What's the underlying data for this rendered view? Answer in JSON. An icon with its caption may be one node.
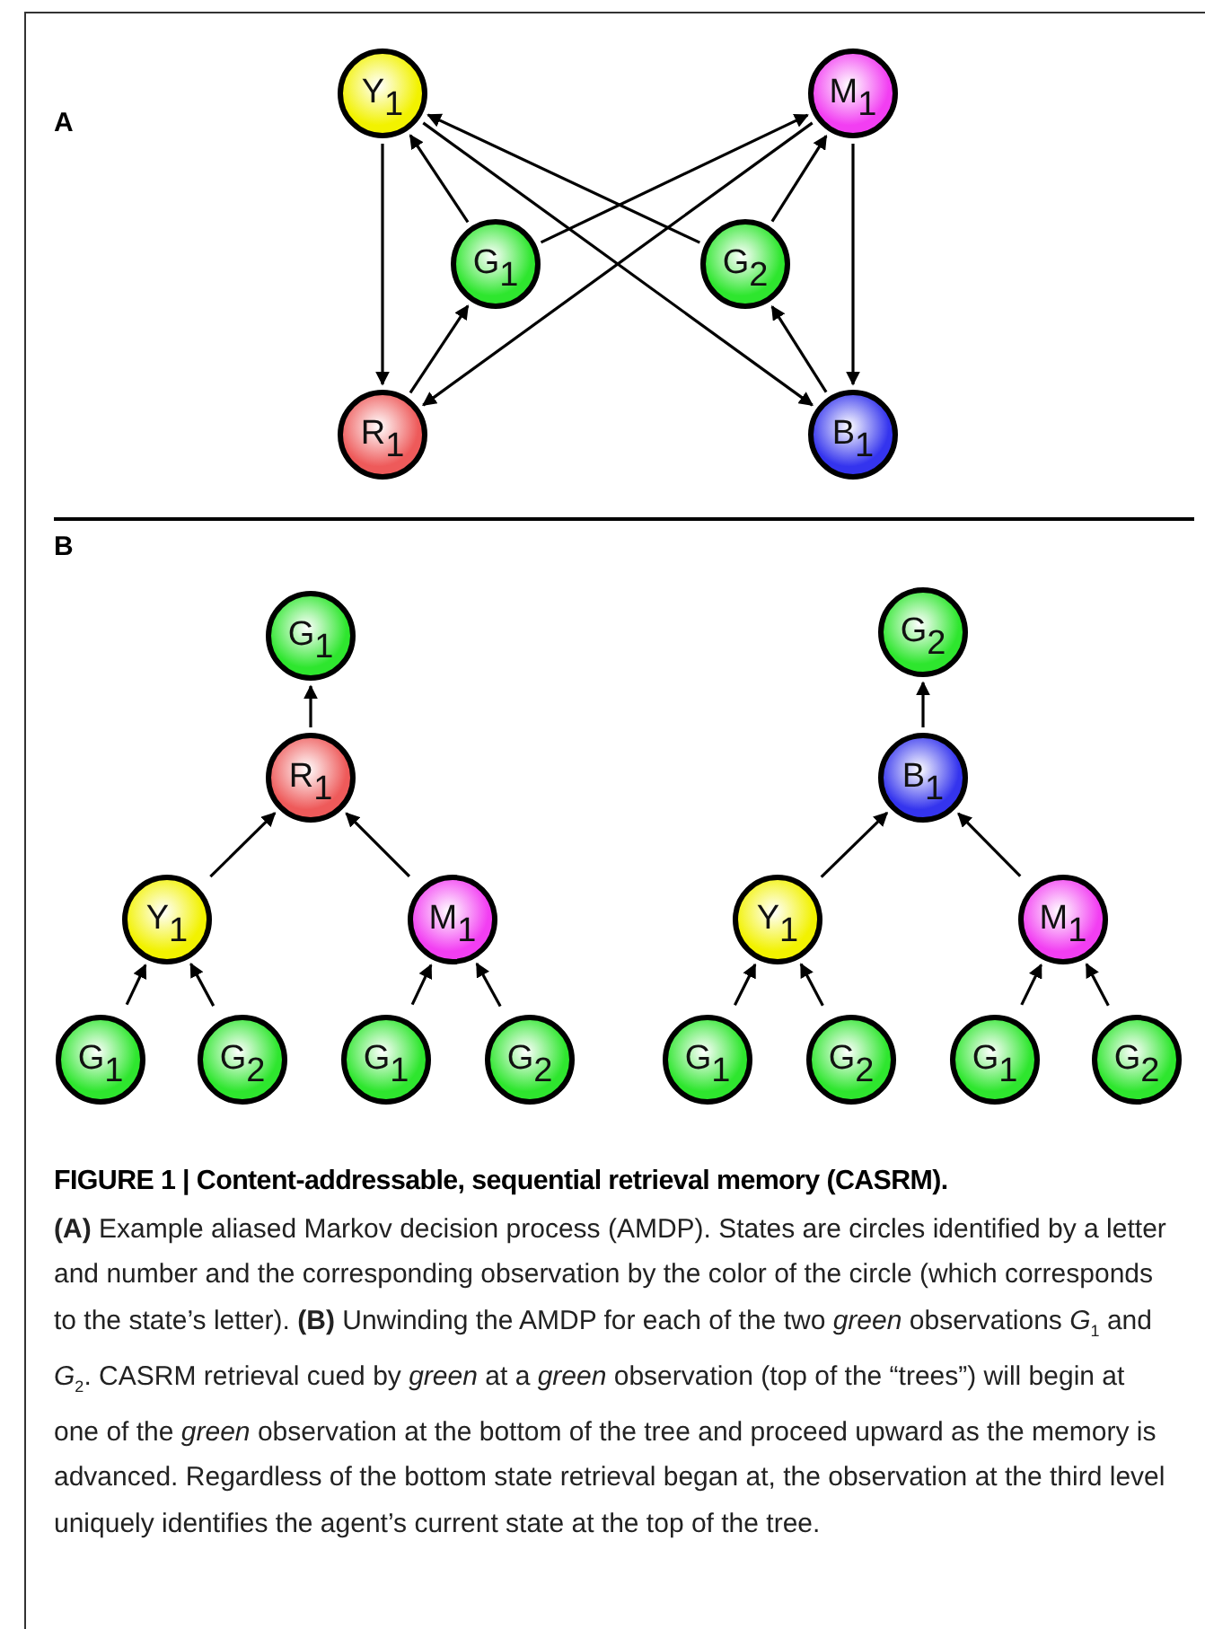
{
  "diagram": {
    "title": "FIGURE 1 | Content-addressable, sequential retrieval memory (CASRM).",
    "caption": "**(A)** Example aliased Markov decision process (AMDP). States are circles identified by a letter and number and the corresponding observation by the color of the circle (which corresponds to the state’s letter). **(B)** Unwinding the AMDP for each of the two *green* observations *G*$_{1}$ and *G*$_{2}$. CASRM retrieval cued by *green* at a *green* observation (top of the “trees”) will begin at one of the *green* observation at the bottom of the tree and proceed upward as the memory is advanced. Regardless of the bottom state retrieval began at, the observation at the third level uniquely identifies the agent’s current state at the top of the tree.",
    "nodes": [
      {
        "text": [
          "Y$_{1}$"
        ]
      },
      {
        "text": [
          "M$_{1}$"
        ]
      },
      {
        "text": [
          "G$_{1}$"
        ]
      },
      {
        "text": [
          "G$_{2}$"
        ]
      },
      {
        "text": [
          "R$_{1}$"
        ]
      },
      {
        "text": [
          "B$_{1}$"
        ]
      },
      {
        "text": [
          "G$_{1}$"
        ]
      },
      {
        "text": [
          "G$_{2}$"
        ]
      },
      {
        "text": [
          "R$_{1}$"
        ]
      },
      {
        "text": [
          "B$_{1}$"
        ]
      },
      {
        "text": [
          "Y$_{1}$"
        ]
      },
      {
        "text": [
          "M$_{1}$"
        ]
      },
      {
        "text": [
          "Y$_{1}$"
        ]
      },
      {
        "text": [
          "M$_{1}$"
        ]
      },
      {
        "text": [
          "G$_{1}$"
        ]
      },
      {
        "text": [
          "G$_{2}$"
        ]
      },
      {
        "text": [
          "G$_{1}$"
        ]
      },
      {
        "text": [
          "G$_{2}$"
        ]
      },
      {
        "text": [
          "G$_{1}$"
        ]
      },
      {
        "text": [
          "G$_{2}$"
        ]
      },
      {
        "text": [
          "G$_{1}$"
        ]
      },
      {
        "text": [
          "G$_{2}$"
        ]
      }
    ],
    "edges": [
      {
        "from": 0,
        "to": 4,
        "arrow": "to"
      },
      {
        "from": 4,
        "to": 2,
        "arrow": "to"
      },
      {
        "from": 2,
        "to": 0,
        "arrow": "to"
      },
      {
        "from": 2,
        "to": 1,
        "arrow": "to"
      },
      {
        "from": 1,
        "to": 4,
        "arrow": "to"
      },
      {
        "from": 0,
        "to": 5,
        "arrow": "to"
      },
      {
        "from": 3,
        "to": 0,
        "arrow": "to"
      },
      {
        "from": 3,
        "to": 1,
        "arrow": "to"
      },
      {
        "from": 1,
        "to": 5,
        "arrow": "to"
      },
      {
        "from": 5,
        "to": 3,
        "arrow": "to"
      },
      {
        "from": 8,
        "to": 6,
        "arrow": "to"
      },
      {
        "from": 10,
        "to": 8,
        "arrow": "to"
      },
      {
        "from": 11,
        "to": 8,
        "arrow": "to"
      },
      {
        "from": 14,
        "to": 10,
        "arrow": "to"
      },
      {
        "from": 15,
        "to": 10,
        "arrow": "to"
      },
      {
        "from": 16,
        "to": 11,
        "arrow": "to"
      },
      {
        "from": 17,
        "to": 11,
        "arrow": "to"
      },
      {
        "from": 9,
        "to": 7,
        "arrow": "to"
      },
      {
        "from": 12,
        "to": 9,
        "arrow": "to"
      },
      {
        "from": 13,
        "to": 9,
        "arrow": "to"
      },
      {
        "from": 18,
        "to": 12,
        "arrow": "to"
      },
      {
        "from": 19,
        "to": 12,
        "arrow": "to"
      },
      {
        "from": 20,
        "to": 13,
        "arrow": "to"
      },
      {
        "from": 21,
        "to": 13,
        "arrow": "to"
      }
    ],
    "labels": [
      "A",
      "B"
    ]
  }
}
